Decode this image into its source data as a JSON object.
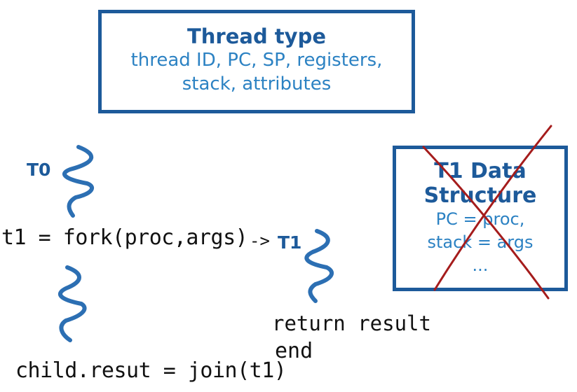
{
  "thread_type_box": {
    "title": "Thread type",
    "line1": "thread ID, PC, SP, registers,",
    "line2": "stack, attributes"
  },
  "data_structure_box": {
    "title_line1": "T1 Data",
    "title_line2": "Structure",
    "line1": "PC = proc,",
    "line2": "stack = args",
    "line3": "...",
    "crossed_out": true
  },
  "thread_labels": {
    "t0": "T0",
    "t1": "T1"
  },
  "handwriting": {
    "fork_call": "t1 = fork(proc,args)",
    "arrow": "->",
    "join_call": "child.resut = join(t1)",
    "return_line": "return result",
    "end_line": "end"
  },
  "colors": {
    "box_border": "#1d5a9a",
    "title_text": "#1d5a9a",
    "body_text": "#2c82c3",
    "thread_squiggle": "#2c6fb3",
    "cross_out": "#a51c1c",
    "handwriting": "#111111"
  }
}
